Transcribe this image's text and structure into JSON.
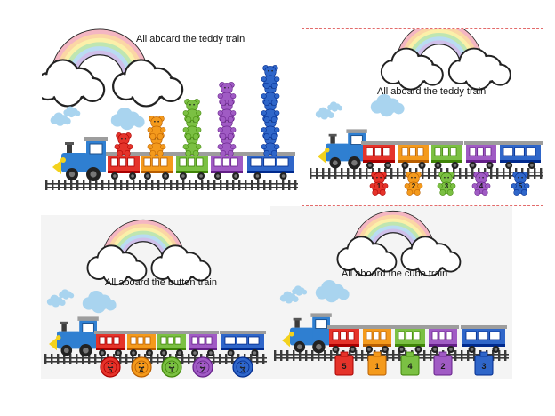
{
  "panels": [
    {
      "title": "All aboard the teddy train",
      "tower_heights": [
        1,
        2,
        3,
        4,
        5
      ]
    },
    {
      "title": "All aboard the teddy train",
      "bear_numbers": [
        "1",
        "2",
        "3",
        "4",
        "5"
      ]
    },
    {
      "title": "All aboard the button train",
      "button_numbers": [
        "5",
        "4",
        "1",
        "2",
        "3"
      ]
    },
    {
      "title": "All aboard the cube train",
      "cube_numbers": [
        "5",
        "1",
        "4",
        "2",
        "3"
      ]
    }
  ],
  "colors": {
    "red": "#e5332a",
    "orange": "#f49a1c",
    "green": "#7bc043",
    "purple": "#a05bc4",
    "blue": "#2f66c9",
    "engine": "#2f7fd1",
    "roof": "#9d9d9d",
    "cloud": "#a9d4ef",
    "track": "#3a3a3a"
  },
  "icons": [
    "rainbow-icon",
    "cloud-icon",
    "train-engine-icon",
    "teddy-bear-icon",
    "button-icon",
    "cube-icon"
  ]
}
